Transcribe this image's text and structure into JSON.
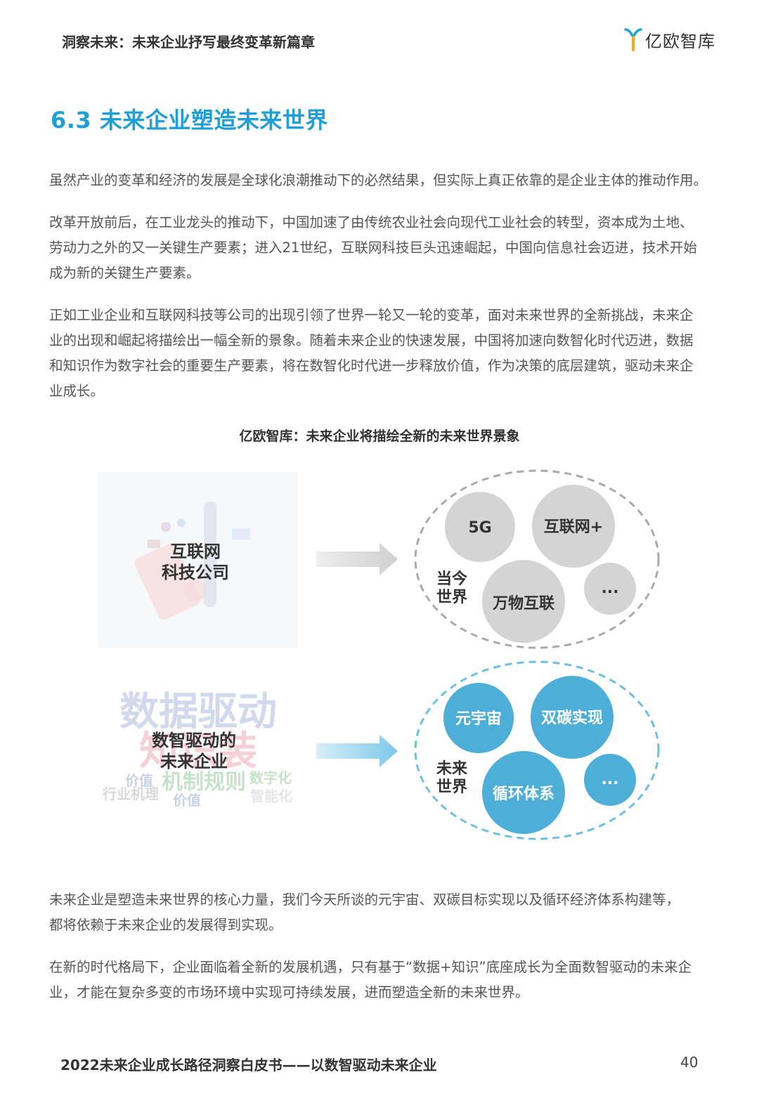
{
  "header": {
    "title": "洞察未来：未来企业抒写最终变革新篇章",
    "logo_text": "亿欧智库",
    "logo_icon": "yiou-logo-icon"
  },
  "section": {
    "title": "6.3 未来企业塑造未来世界"
  },
  "paragraphs": [
    [
      "虽然产业的变革和经济的发展是全球化浪潮推动下的必然结果，但实际上真正依靠的是企业主体的推动作用。"
    ],
    [
      "改革开放前后，在工业龙头的推动下，中国加速了由传统农业社会向现代工业社会的转型，资本成为土地、",
      "劳动力之外的又一关键生产要素；进入21世纪，互联网科技巨头迅速崛起，中国向信息社会迈进，技术开始",
      "成为新的关键生产要素。"
    ],
    [
      "正如工业企业和互联网科技等公司的出现引领了世界一轮又一轮的变革，面对未来世界的全新挑战，未来企",
      "业的出现和崛起将描绘出一幅全新的景象。随着未来企业的快速发展，中国将加速向数智化时代迈进，数据",
      "和知识作为数字社会的重要生产要素，将在数智化时代进一步释放价值，作为决策的底层建筑，驱动未来企",
      "业成长。"
    ]
  ],
  "figure": {
    "title": "亿欧智库：未来企业将描绘全新的未来世界景象",
    "top_row": {
      "left_label": [
        "互联网",
        "科技公司"
      ],
      "world_label": [
        "当今",
        "世界"
      ],
      "bubbles": [
        "5G",
        "互联网+",
        "万物互联",
        "..."
      ],
      "color": "#d4d4d4",
      "text_color": "#333333"
    },
    "bottom_row": {
      "left_label": [
        "数智驱动的",
        "未来企业"
      ],
      "world_label": [
        "未来",
        "世界"
      ],
      "bubbles": [
        "元宇宙",
        "双碳实现",
        "循环体系",
        "..."
      ],
      "color": "#4daed8",
      "text_color": "#ffffff"
    },
    "word_cloud": [
      "数据驱动",
      "知识装",
      "价值",
      "机制规则",
      "数字化",
      "行业机理",
      "价值",
      "智能化"
    ]
  },
  "closing_paragraphs": [
    [
      "未来企业是塑造未来世界的核心力量，我们今天所谈的元宇宙、双碳目标实现以及循环经济体系构建等，",
      "都将依赖于未来企业的发展得到实现。"
    ],
    [
      "在新的时代格局下，企业面临着全新的发展机遇，只有基于“数据+知识”底座成长为全面数智驱动的未来企",
      "业，才能在复杂多变的市场环境中实现可持续发展，进而塑造全新的未来世界。"
    ]
  ],
  "footer": {
    "title": "2022未来企业成长路径洞察白皮书——以数智驱动未来企业",
    "page": "40"
  },
  "colors": {
    "accent": "#1f9fd6",
    "bubble_gray": "#d4d4d4",
    "bubble_blue": "#4daed8"
  }
}
